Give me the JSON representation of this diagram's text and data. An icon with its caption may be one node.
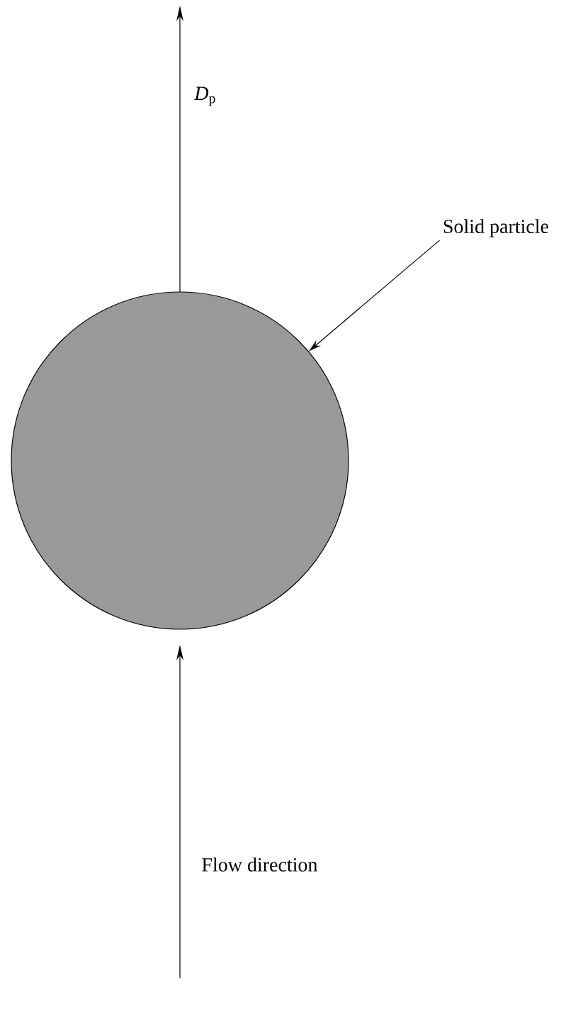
{
  "diagram": {
    "nodes": [
      {
        "text": [
          "Solid particle"
        ]
      },
      {
        "text": [],
        "shape": "circle"
      }
    ],
    "edges": [
      {
        "from": 0,
        "to": 1,
        "arrow": "to"
      }
    ],
    "labels": [
      "*D*$_{p}$",
      "Flow direction"
    ]
  }
}
